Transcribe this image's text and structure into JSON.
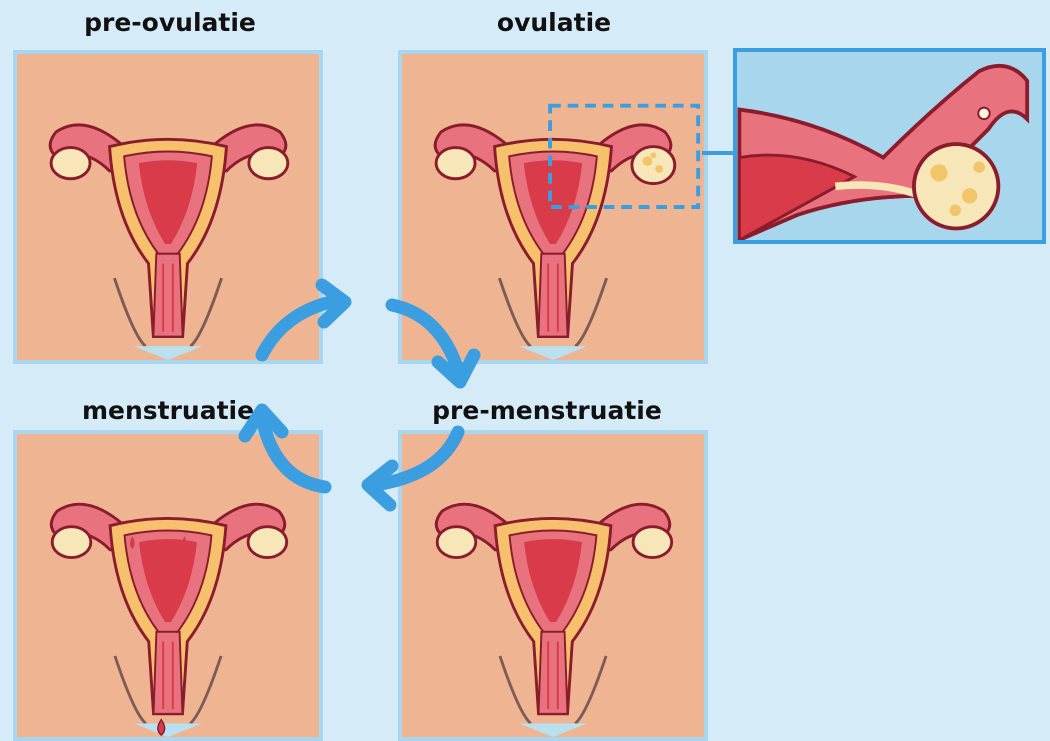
{
  "stages": {
    "pre_ovulation": "pre-ovulatie",
    "ovulation": "ovulatie",
    "menstruation": "menstruatie",
    "pre_menstruation": "pre-menstruatie"
  },
  "colors": {
    "background": "#d5ecf8",
    "panel_background": "#efb593",
    "panel_border": "#a9d6ef",
    "uterus_outline": "#8a1c2c",
    "uterus_wall": "#e8737e",
    "uterus_lining": "#f6c06d",
    "uterus_inner": "#d93b4a",
    "ovary": "#f6e6b8",
    "cycle_arrow": "#3b9ee0",
    "vaginal_opening": "#b9e0ef"
  },
  "icons": {
    "cycle_arrow": "curved-arrow-icon",
    "zoom_indicator": "dashed-selection-box"
  }
}
